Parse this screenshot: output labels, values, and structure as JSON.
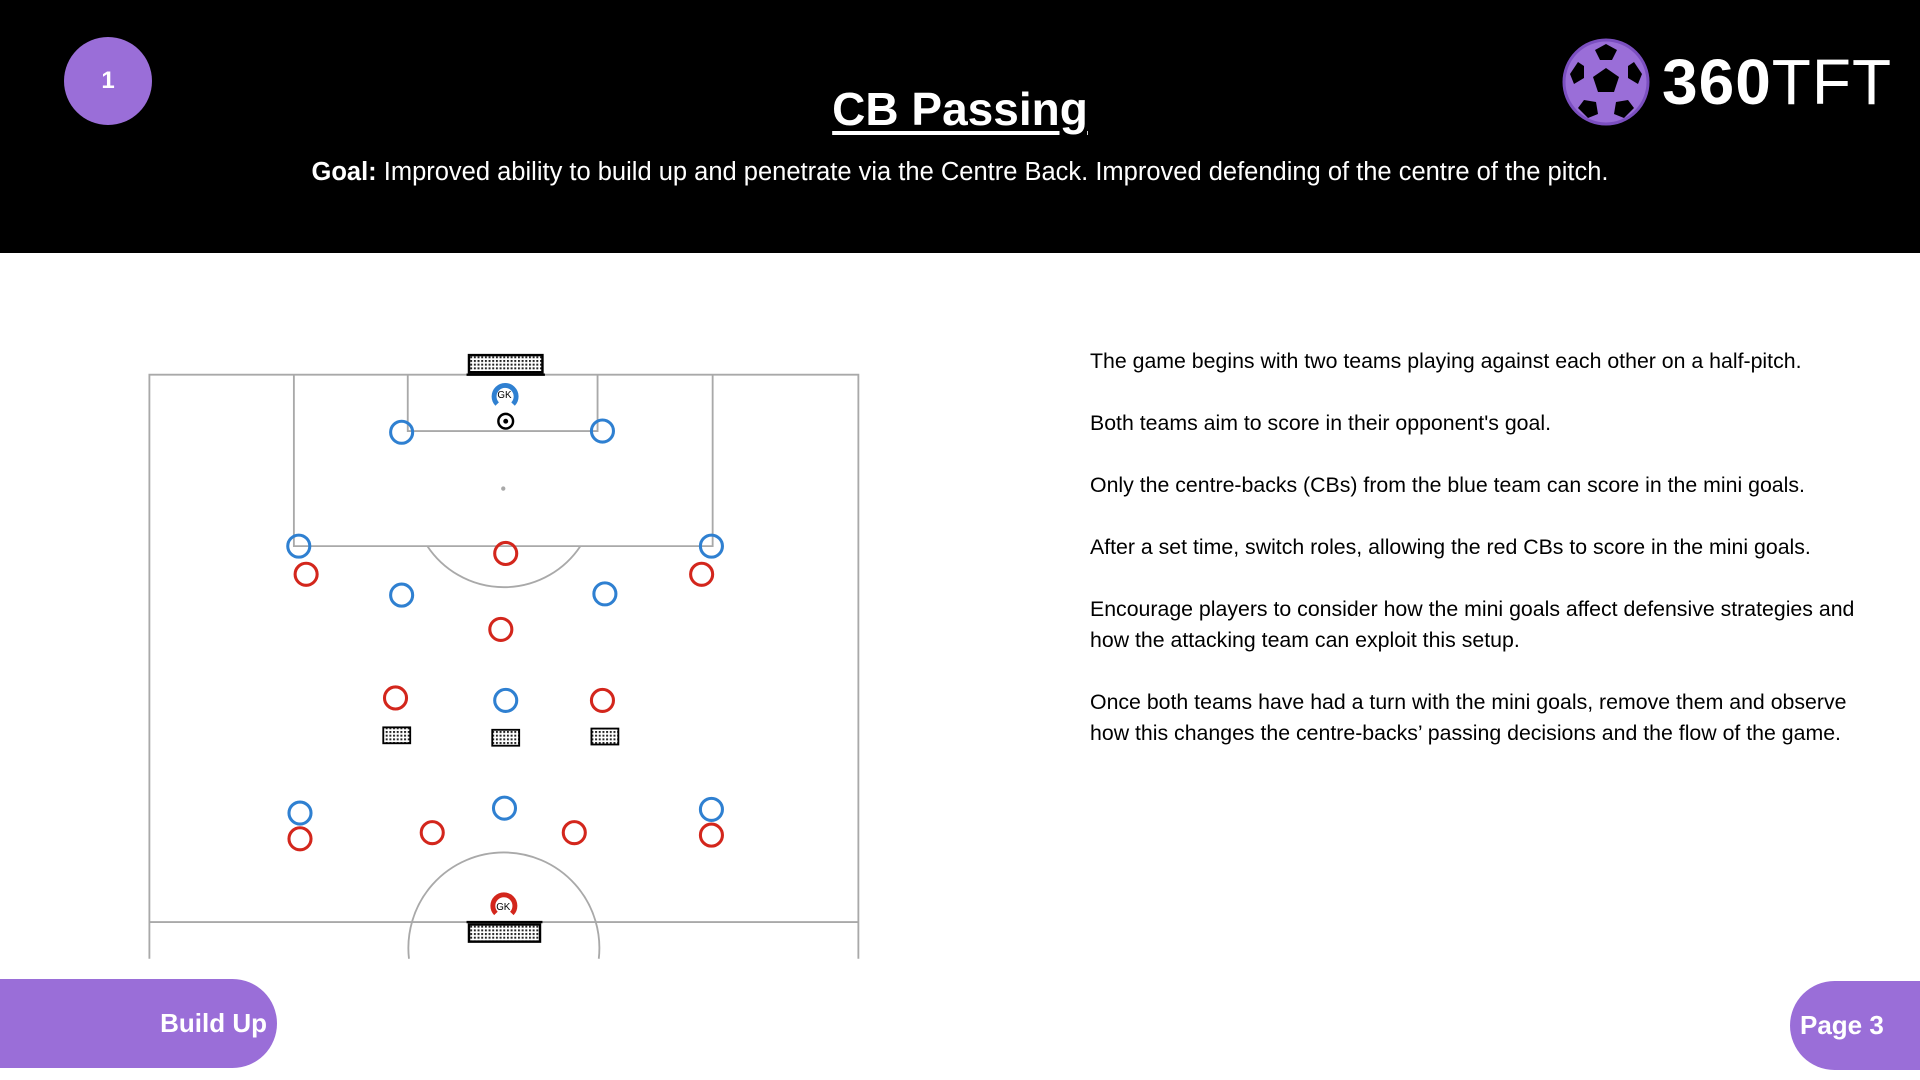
{
  "header": {
    "drill_number": "1",
    "title": "CB Passing",
    "goal_label": "Goal:",
    "goal_text": " Improved ability to build up and penetrate via the Centre Back. Improved defending of the centre of the pitch.",
    "logo_text_bold": "360",
    "logo_text_light": "TFT"
  },
  "diagram": {
    "gk_label": "GK",
    "colors": {
      "blue_team": "#2f80d1",
      "red_team": "#d3261c",
      "pitch_lines": "#a9a9a9",
      "brand_purple": "#9a6ed8"
    }
  },
  "description": [
    "The game begins with two teams playing against each other on a half-pitch.",
    "Both teams aim to score in their opponent's goal.",
    "Only the centre-backs (CBs) from the blue team can score in the mini goals.",
    "After a set time, switch roles, allowing the red CBs to score in the mini goals.",
    "Encourage players to consider how the mini goals affect defensive strategies and how the attacking team can exploit this setup.",
    "Once both teams have had a turn with the mini goals, remove them and observe how this changes the centre-backs’ passing decisions and the flow of the game."
  ],
  "footer": {
    "category": "Build Up",
    "page": "Page 3"
  }
}
